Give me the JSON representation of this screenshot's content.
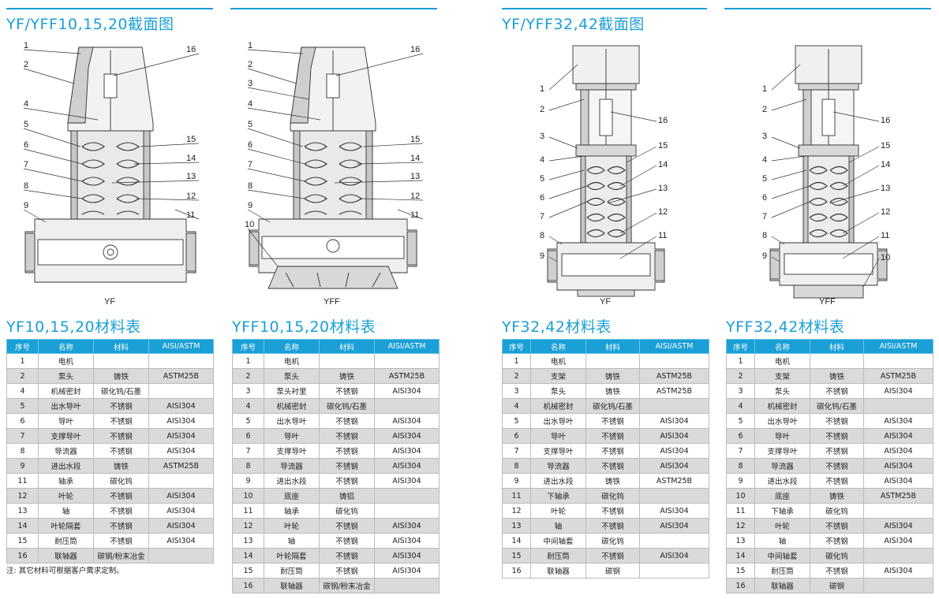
{
  "sections": {
    "s1_title": "YF/YFF10,15,20截面图",
    "s2_title": "YF/YFF32,42截面图"
  },
  "drawings": [
    {
      "caption": "YF",
      "left_labels": [
        "1",
        "2",
        "4",
        "5",
        "6",
        "7",
        "8",
        "9"
      ],
      "right_labels": [
        "16",
        "15",
        "14",
        "13",
        "12",
        "11"
      ]
    },
    {
      "caption": "YFF",
      "left_labels": [
        "1",
        "2",
        "3",
        "4",
        "5",
        "6",
        "7",
        "8",
        "9",
        "10"
      ],
      "right_labels": [
        "16",
        "15",
        "14",
        "13",
        "12",
        "11"
      ]
    },
    {
      "caption": "YF",
      "left_labels": [
        "1",
        "2",
        "3",
        "4",
        "5",
        "6",
        "7",
        "8",
        "9"
      ],
      "right_labels": [
        "16",
        "15",
        "14",
        "13",
        "12",
        "11"
      ]
    },
    {
      "caption": "YFF",
      "left_labels": [
        "1",
        "2",
        "3",
        "4",
        "5",
        "6",
        "7",
        "8",
        "9"
      ],
      "right_labels": [
        "16",
        "15",
        "14",
        "13",
        "12",
        "11",
        "10"
      ]
    }
  ],
  "tables": [
    {
      "title": "YF10,15,20材料表",
      "headers": [
        "序号",
        "名称",
        "材料",
        "AISI/ASTM"
      ],
      "rows": [
        [
          "1",
          "电机",
          "",
          ""
        ],
        [
          "2",
          "泵头",
          "铸铁",
          "ASTM25B"
        ],
        [
          "4",
          "机械密封",
          "碳化钨/石墨",
          ""
        ],
        [
          "5",
          "出水导叶",
          "不锈钢",
          "AISI304"
        ],
        [
          "6",
          "导叶",
          "不锈钢",
          "AISI304"
        ],
        [
          "7",
          "支撑导叶",
          "不锈钢",
          "AISI304"
        ],
        [
          "8",
          "导流器",
          "不锈钢",
          "AISI304"
        ],
        [
          "9",
          "进出水段",
          "铸铁",
          "ASTM25B"
        ],
        [
          "11",
          "轴承",
          "碳化钨",
          ""
        ],
        [
          "12",
          "叶轮",
          "不锈钢",
          "AISI304"
        ],
        [
          "13",
          "轴",
          "不锈钢",
          "AISI304"
        ],
        [
          "14",
          "叶轮隔套",
          "不锈钢",
          "AISI304"
        ],
        [
          "15",
          "耐压筒",
          "不锈钢",
          "AISI304"
        ],
        [
          "16",
          "联轴器",
          "碳钢/粉末冶金",
          ""
        ]
      ]
    },
    {
      "title": "YFF10,15,20材料表",
      "headers": [
        "序号",
        "名称",
        "材料",
        "AISI/ASTM"
      ],
      "rows": [
        [
          "1",
          "电机",
          "",
          ""
        ],
        [
          "2",
          "泵头",
          "铸铁",
          "ASTM25B"
        ],
        [
          "3",
          "泵头衬里",
          "不锈钢",
          "AISI304"
        ],
        [
          "4",
          "机械密封",
          "碳化钨/石墨",
          ""
        ],
        [
          "5",
          "出水导叶",
          "不锈钢",
          "AISI304"
        ],
        [
          "6",
          "导叶",
          "不锈钢",
          "AISI304"
        ],
        [
          "7",
          "支撑导叶",
          "不锈钢",
          "AISI304"
        ],
        [
          "8",
          "导流器",
          "不锈钢",
          "AISI304"
        ],
        [
          "9",
          "进出水段",
          "不锈钢",
          "AISI304"
        ],
        [
          "10",
          "底座",
          "铸铝",
          ""
        ],
        [
          "11",
          "轴承",
          "碳化钨",
          ""
        ],
        [
          "12",
          "叶轮",
          "不锈钢",
          "AISI304"
        ],
        [
          "13",
          "轴",
          "不锈钢",
          "AISI304"
        ],
        [
          "14",
          "叶轮隔套",
          "不锈钢",
          "AISI304"
        ],
        [
          "15",
          "耐压筒",
          "不锈钢",
          "AISI304"
        ],
        [
          "16",
          "联轴器",
          "碳钢/粉末冶金",
          ""
        ]
      ]
    },
    {
      "title": "YF32,42材料表",
      "headers": [
        "序号",
        "名称",
        "材料",
        "AISI/ASTM"
      ],
      "rows": [
        [
          "1",
          "电机",
          "",
          ""
        ],
        [
          "2",
          "支架",
          "铸铁",
          "ASTM25B"
        ],
        [
          "3",
          "泵头",
          "铸铁",
          "ASTM25B"
        ],
        [
          "4",
          "机械密封",
          "碳化钨/石墨",
          ""
        ],
        [
          "5",
          "出水导叶",
          "不锈钢",
          "AISI304"
        ],
        [
          "6",
          "导叶",
          "不锈钢",
          "AISI304"
        ],
        [
          "7",
          "支撑导叶",
          "不锈钢",
          "AISI304"
        ],
        [
          "8",
          "导流器",
          "不锈钢",
          "AISI304"
        ],
        [
          "9",
          "进出水段",
          "铸铁",
          "ASTM25B"
        ],
        [
          "11",
          "下轴承",
          "碳化钨",
          ""
        ],
        [
          "12",
          "叶轮",
          "不锈钢",
          "AISI304"
        ],
        [
          "13",
          "轴",
          "不锈钢",
          "AISI304"
        ],
        [
          "14",
          "中间轴套",
          "碳化钨",
          ""
        ],
        [
          "15",
          "耐压筒",
          "不锈钢",
          "AISI304"
        ],
        [
          "16",
          "联轴器",
          "碳钢",
          ""
        ]
      ]
    },
    {
      "title": "YFF32,42材料表",
      "headers": [
        "序号",
        "名称",
        "材料",
        "AISI/ASTM"
      ],
      "rows": [
        [
          "1",
          "电机",
          "",
          ""
        ],
        [
          "2",
          "支架",
          "铸铁",
          "ASTM25B"
        ],
        [
          "3",
          "泵头",
          "不锈钢",
          "AISI304"
        ],
        [
          "4",
          "机械密封",
          "碳化钨/石墨",
          ""
        ],
        [
          "5",
          "出水导叶",
          "不锈钢",
          "AISI304"
        ],
        [
          "6",
          "导叶",
          "不锈钢",
          "AISI304"
        ],
        [
          "7",
          "支撑导叶",
          "不锈钢",
          "AISI304"
        ],
        [
          "8",
          "导流器",
          "不锈钢",
          "AISI304"
        ],
        [
          "9",
          "进出水段",
          "不锈钢",
          "AISI304"
        ],
        [
          "10",
          "底座",
          "铸铁",
          "ASTM25B"
        ],
        [
          "11",
          "下轴承",
          "碳化钨",
          ""
        ],
        [
          "12",
          "叶轮",
          "不锈钢",
          "AISI304"
        ],
        [
          "13",
          "轴",
          "不锈钢",
          "AISI304"
        ],
        [
          "14",
          "中间轴套",
          "碳化钨",
          ""
        ],
        [
          "15",
          "耐压筒",
          "不锈钢",
          "AISI304"
        ],
        [
          "16",
          "联轴器",
          "碳钢",
          ""
        ]
      ]
    }
  ],
  "note": "注: 其它材料可根据客户需求定制。"
}
